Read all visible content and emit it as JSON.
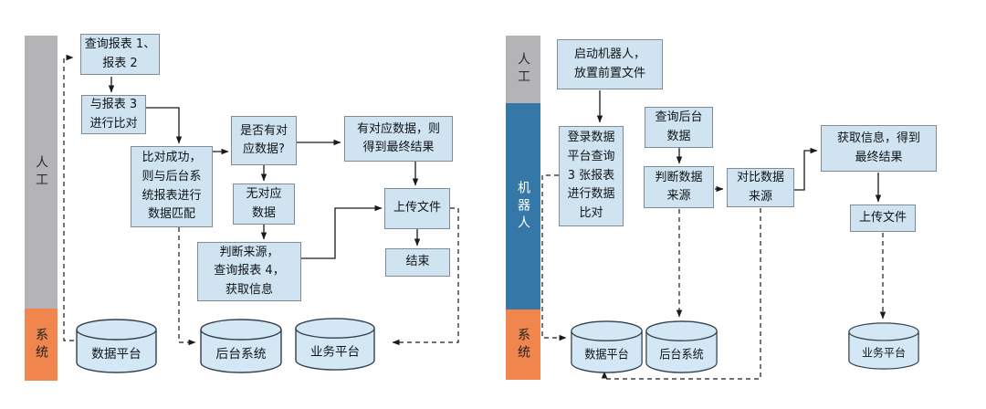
{
  "palette": {
    "node_fill": "#cfe3f0",
    "node_border": "#7f8c98",
    "cylinder_fill": "#d3e7f4",
    "cylinder_stroke": "#32404e",
    "lane_manual_gray": "#b4b4b7",
    "lane_robot_blue": "#3578a8",
    "lane_system_orange": "#f0854e",
    "connector_black": "#1a1a1a"
  },
  "left_diagram": {
    "lanes": [
      {
        "label": "人工"
      },
      {
        "label": "系统"
      }
    ],
    "nodes": {
      "query_reports": "查询报表 1、\n报表 2",
      "compare_report3": "与报表 3\n进行比对",
      "match_success": "比对成功，\n则与后台系\n统报表进行\n数据匹配",
      "has_matching_data": "是否有对\n应数据?",
      "no_matching_data": "无对应\n数据",
      "judge_source": "判断来源，\n查询报表 4，\n获取信息",
      "matching_data_result": "有对应数据，则\n得到最终结果",
      "upload_file": "上传文件",
      "end": "结束"
    },
    "databases": [
      "数据平台",
      "后台系统",
      "业务平台"
    ]
  },
  "right_diagram": {
    "lanes": [
      {
        "label": "人工"
      },
      {
        "label": "机器人"
      },
      {
        "label": "系统"
      }
    ],
    "nodes": {
      "start_robot": "启动机器人，\n放置前置文件",
      "login_query": "登录数据\n平台查询\n3 张报表\n进行数据\n比对",
      "query_backend": "查询后台\n数据",
      "judge_data_source": "判断数据\n来源",
      "compare_data_source": "对比数据\n来源",
      "get_info_result": "获取信息，得到\n最终结果",
      "upload_file": "上传文件"
    },
    "databases": [
      "数据平台",
      "后台系统",
      "业务平台"
    ]
  }
}
